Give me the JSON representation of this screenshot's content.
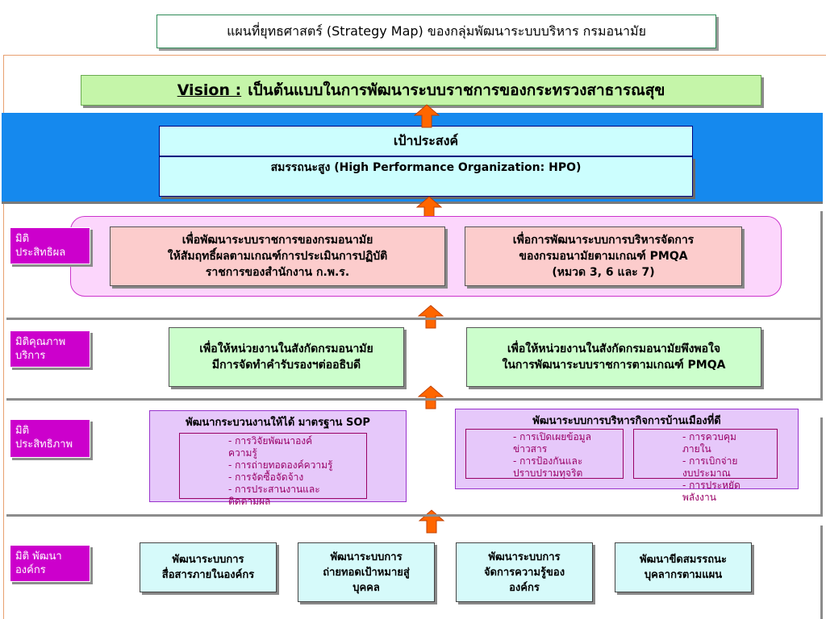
{
  "title": "แผนที่ยุทธศาสตร์ (Strategy Map) ของกลุ่มพัฒนาระบบบริหาร กรมอนามัย",
  "vision": {
    "label": "Vision :",
    "text": "เป็นต้นแบบในการพัฒนาระบบราชการของกระทรวงสาธารณสุข"
  },
  "goal": {
    "heading": "เป้าประสงค์",
    "text": "สมรรถนะสูง (High Performance Organization: HPO)"
  },
  "dimensions": {
    "effectiveness": "มิติ\nประสิทธิผล",
    "quality": "มิติคุณภาพ\nบริการ",
    "efficiency": "มิติ\nประสิทธิภาพ",
    "development": "มิติ พัฒนา\nองค์กร"
  },
  "effectiveness": {
    "left": "เพื่อพัฒนาระบบราชการของกรมอนามัย\nให้สัมฤทธิ์ผลตามเกณฑ์การประเมินการปฏิบัติ\nราชการของสำนักงาน ก.พ.ร.",
    "right": "เพื่อการพัฒนาระบบการบริหารจัดการ\nของกรมอนามัยตามเกณฑ์ PMQA\n(หมวด 3, 6 และ 7)"
  },
  "quality": {
    "left": "เพื่อให้หน่วยงานในสังกัดกรมอนามัย\nมีการจัดทำคำรับรองฯต่ออธิบดี",
    "right": "เพื่อให้หน่วยงานในสังกัดกรมอนามัยพึงพอใจ\nในการพัฒนาระบบราชการตามเกณฑ์ PMQA"
  },
  "efficiency": {
    "left_title": "พัฒนากระบวนงานให้ได้ มาตรฐาน SOP",
    "left_items": "- การวิจัยพัฒนาองค์\nความรู้\n- การถ่ายทอดองค์ความรู้\n- การจัดซื้อจัดจ้าง\n- การประสานงานและ\nติดตามผล",
    "right_title": "พัฒนาระบบการบริหารกิจการบ้านเมืองที่ดี",
    "right_items_a": "- การเปิดเผยข้อมูล\nข่าวสาร\n- การป้องกันและ\nปราบปรามทุจริต",
    "right_items_b": "- การควบคุม\nภายใน\n- การเบิกจ่าย\nงบประมาณ\n- การประหยัด\nพลังงาน"
  },
  "development": {
    "box1": "พัฒนาระบบการ\nสื่อสารภายในองค์กร",
    "box2": "พัฒนาระบบการ\nถ่ายทอดเป้าหมายสู่\nบุคคล",
    "box3": "พัฒนาระบบการ\nจัดการความรู้ของ\nองค์กร",
    "box4": "พัฒนาขีดสมรรถนะ\nบุคลากรตามแผน"
  },
  "colors": {
    "arrow": "#ff6600",
    "band": "#1589ee",
    "dimension_label": "#cc00cc"
  }
}
